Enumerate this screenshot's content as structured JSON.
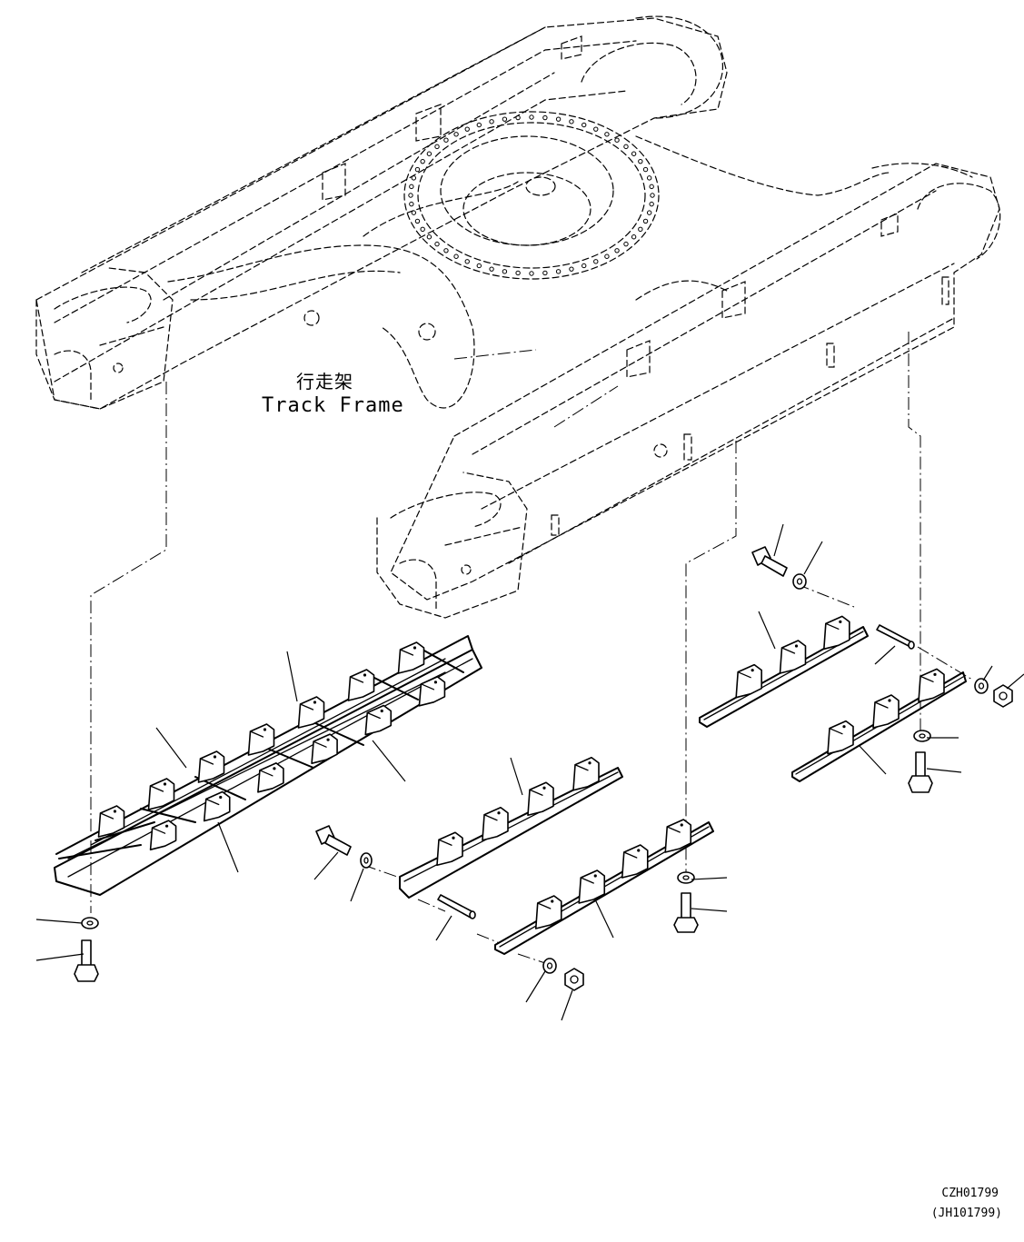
{
  "diagram": {
    "frame_label_cn": "行走架",
    "frame_label_en": "Track Frame",
    "drawing_code": "CZH01799",
    "drawing_code_alt": "(JH101799)"
  }
}
